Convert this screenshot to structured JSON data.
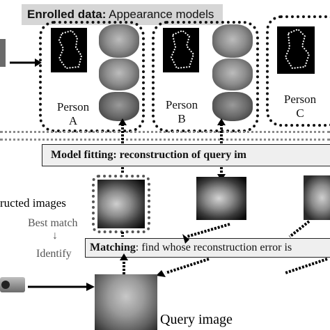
{
  "banner": {
    "prefix": "Enrolled data",
    "colon": ":",
    "rest": " Appearance models"
  },
  "persons": [
    {
      "label": "Person",
      "id": "A"
    },
    {
      "label": "Person",
      "id": "B"
    },
    {
      "label": "Person",
      "id": "C"
    }
  ],
  "model_fitting": {
    "bold": "Model fitting: reconstruction of query im"
  },
  "left_labels": {
    "reconstructed": "ructed images",
    "best_match": "Best match",
    "arrow": "↓",
    "identify": "Identify"
  },
  "matching": {
    "bold": "Matching",
    "rest": ": find whose reconstruction error is"
  },
  "query": {
    "label": "Query image"
  }
}
